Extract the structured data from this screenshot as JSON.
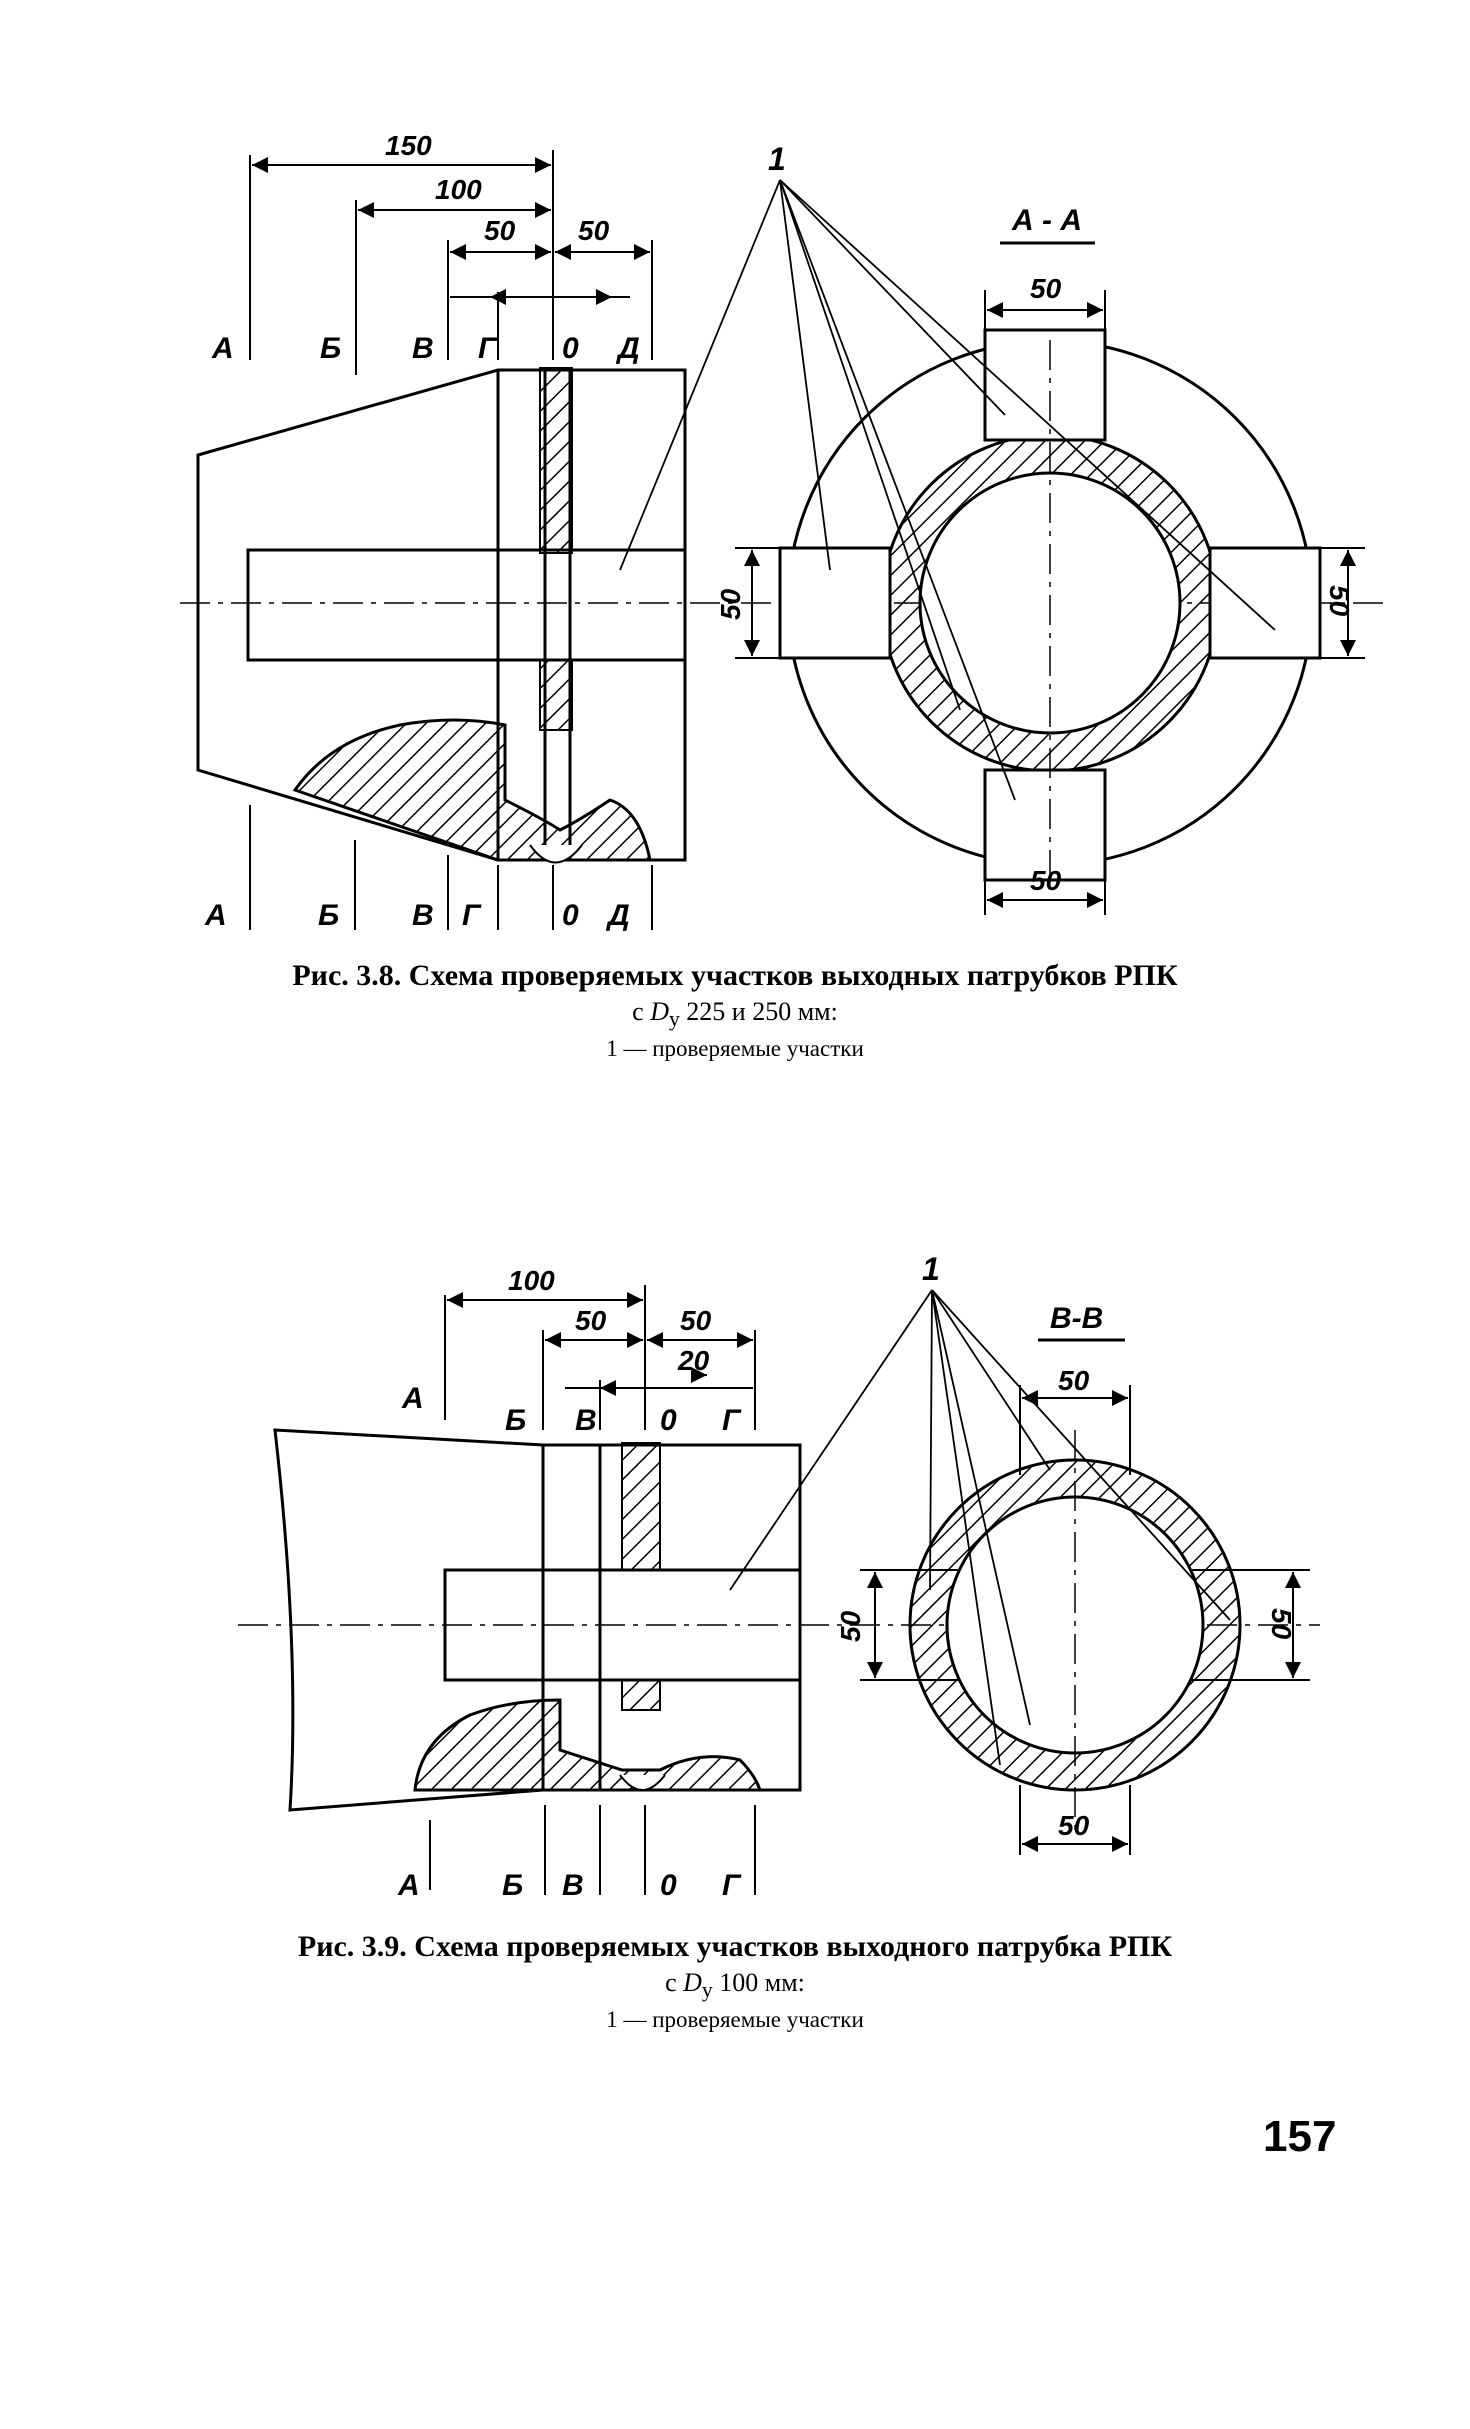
{
  "figure1": {
    "dims": {
      "d150": "150",
      "d100": "100",
      "d50a": "50",
      "d50b": "50",
      "sec50top": "50",
      "sec50bot": "50",
      "sec50left": "50",
      "sec50right": "50"
    },
    "zones_top": [
      "А",
      "Б",
      "В",
      "Г",
      "0",
      "Д"
    ],
    "zones_bottom": [
      "А",
      "Б",
      "В",
      "Г",
      "0",
      "Д"
    ],
    "callout": "1",
    "section_label": "А - А",
    "caption": {
      "main": "Рис. 3.8. Схема проверяемых участков выходных патрубков РПК",
      "sub_prefix": "с ",
      "sub_dy": "D",
      "sub_dy_index": "у",
      "sub_suffix": " 225 и 250 мм:",
      "legend": "1 — проверяемые участки"
    }
  },
  "figure2": {
    "dims": {
      "d100": "100",
      "d50a": "50",
      "d50b": "50",
      "d20": "20",
      "sec50top": "50",
      "sec50bot": "50",
      "sec50left": "50",
      "sec50right": "50"
    },
    "zones_top": [
      "А",
      "Б",
      "В",
      "0",
      "Г"
    ],
    "zones_bottom": [
      "А",
      "Б",
      "В",
      "0",
      "Г"
    ],
    "callout": "1",
    "section_label": "В-В",
    "caption": {
      "main": "Рис. 3.9. Схема проверяемых участков выходного патрубка РПК",
      "sub_prefix": "с ",
      "sub_dy": "D",
      "sub_dy_index": "у",
      "sub_suffix": " 100 мм:",
      "legend": "1 — проверяемые участки"
    }
  },
  "page_number": "157"
}
